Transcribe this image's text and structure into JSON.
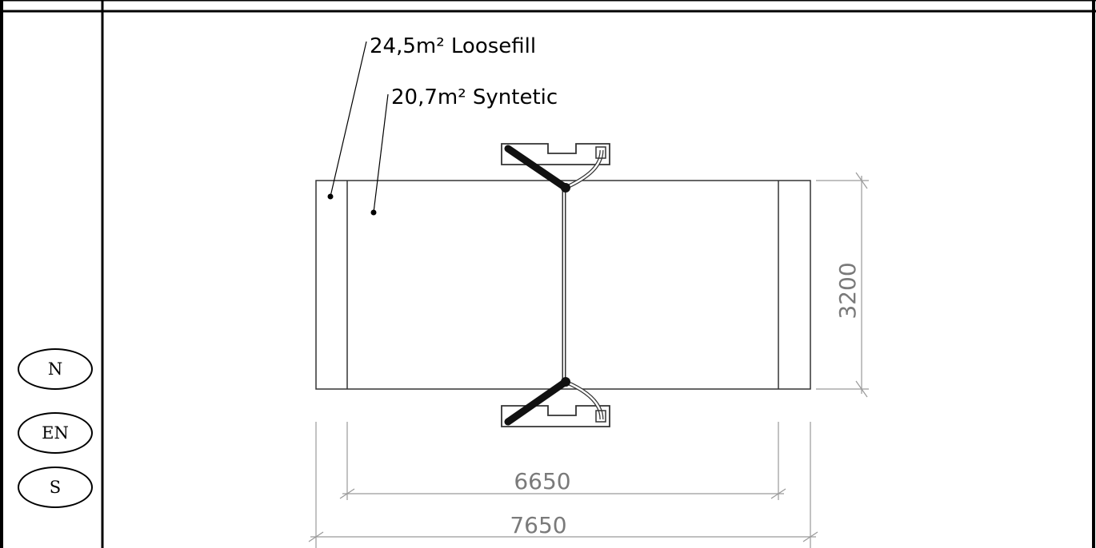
{
  "language_buttons": [
    {
      "label": "N"
    },
    {
      "label": "EN"
    },
    {
      "label": "S"
    }
  ],
  "drawing": {
    "labels": {
      "loosefill": "24,5m² Loosefill",
      "syntetic": "20,7m² Syntetic"
    },
    "dimensions": {
      "inner_width": "6650",
      "total_width": "7650",
      "height": "3200"
    }
  }
}
